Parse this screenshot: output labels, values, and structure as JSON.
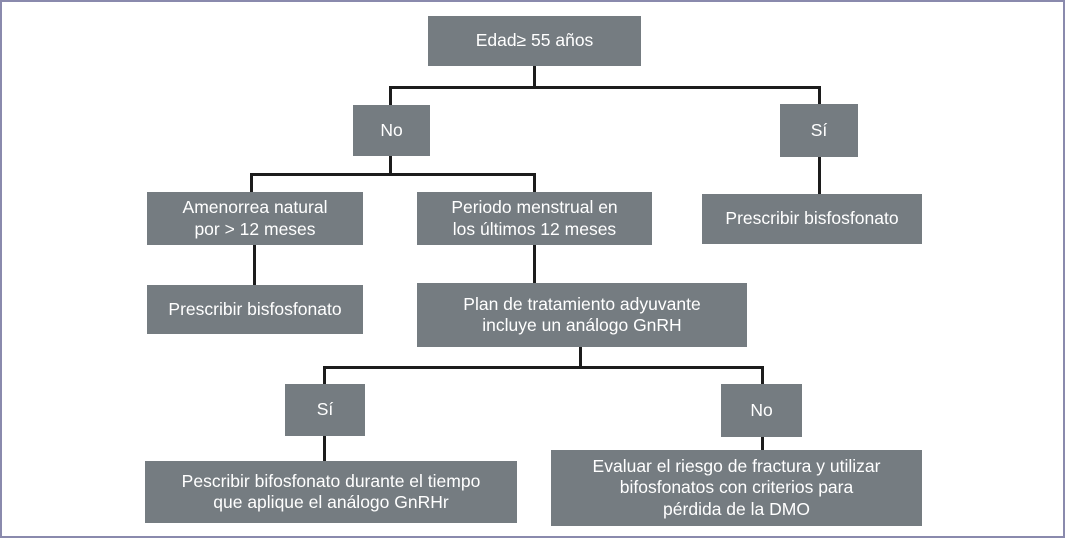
{
  "diagram": {
    "type": "flowchart",
    "language": "es",
    "topic": "Prescripción de bisfosfonatos según edad y estado menstrual",
    "nodes": {
      "root": {
        "label": "Edad≥ 55 años"
      },
      "age_no": {
        "label": "No"
      },
      "age_yes": {
        "label": "Sí"
      },
      "age_yes_action": {
        "label": "Prescribir bisfosfonato"
      },
      "amenorrhea": {
        "label": "Amenorrea natural\npor > 12 meses"
      },
      "amenorrhea_action": {
        "label": "Prescribir bisfosfonato"
      },
      "period": {
        "label": "Periodo menstrual en\nlos últimos 12 meses"
      },
      "gnrh_plan": {
        "label": "Plan de tratamiento adyuvante\nincluye un análogo GnRH"
      },
      "gnrh_yes": {
        "label": "Sí"
      },
      "gnrh_no": {
        "label": "No"
      },
      "gnrh_yes_action": {
        "label": "Pescribir bifosfonato durante el tiempo\nque aplique el análogo GnRHr"
      },
      "gnrh_no_action": {
        "label": "Evaluar el riesgo de fractura y utilizar\nbifosfonatos con criterios para\npérdida de la DMO"
      }
    },
    "colors": {
      "node_fill": "#757c81",
      "node_text": "#ffffff",
      "connector": "#1c1c1c",
      "frame_border": "#8a8aad",
      "background": "#ffffff"
    }
  }
}
